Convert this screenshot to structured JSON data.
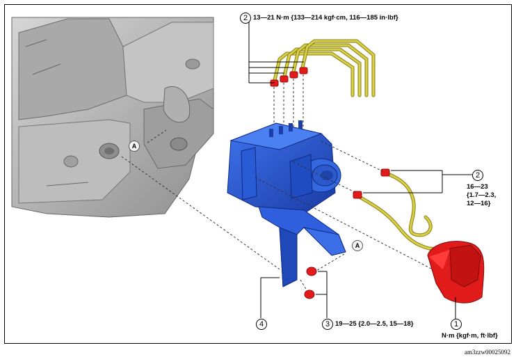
{
  "labels": {
    "torque_top": "13—21 N·m {133—214 kgf·cm, 116—185 in·lbf}",
    "torque_right_1": "16—23",
    "torque_right_2": "{1.7—2.3,",
    "torque_right_3": "12—16}",
    "torque_bottom": "19—25 {2.0—2.5, 15—18}",
    "units": "N·m {kgf·m, ft·lbf}",
    "figure_code": "am3zzw00025092"
  },
  "callouts": {
    "c1": "1",
    "c2_top": "2",
    "c2_right": "2",
    "c3": "3",
    "c4": "4",
    "a_left": "A",
    "a_right": "A"
  },
  "colors": {
    "abs_unit": "#2a5bd7",
    "abs_unit_dark": "#1b3ea8",
    "brake_pipe": "#c9c23a",
    "pipe_dark": "#8a7f10",
    "flare_nut": "#e51b1b",
    "body_panel": "#b9b9b9",
    "body_panel_dark": "#8e8e8e"
  }
}
